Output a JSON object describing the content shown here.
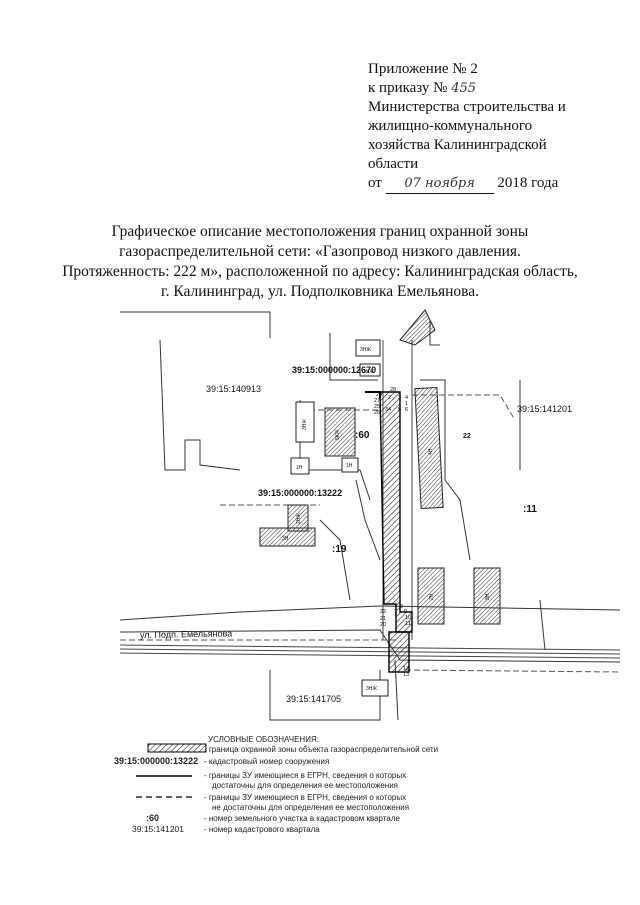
{
  "header": {
    "line1": "Приложение № 2",
    "line2_prefix": "к приказу №",
    "order_number": "455",
    "line3": "Министерства строительства и",
    "line4": "жилищно-коммунального",
    "line5": "хозяйства Калининградской",
    "line6": "области",
    "date_prefix": "от",
    "date_handwritten": "07 ноября",
    "date_suffix": "2018 года"
  },
  "title": {
    "line1": "Графическое описание местоположения границ охранной зоны",
    "line2": "газораспределительной сети: «Газопровод низкого давления.",
    "line3": "Протяженность: 222 м», расположенной по адресу: Калининградская область,",
    "line4": "г. Калининград, ул. Подполковника Емельянова."
  },
  "map": {
    "cadastral_labels": {
      "structure_12670": "39:15:000000:12670",
      "quarter_140913": "39:15:140913",
      "quarter_141201": "39:15:141201",
      "structure_13222": "39:15:000000:13222",
      "quarter_141705": "39:15:141705",
      "parcel_60": ":60",
      "parcel_19": ":19",
      "parcel_11": ":11"
    },
    "street_label": "ул. Подп. Емельянова",
    "building_marks": {
      "b1": "3НЖ",
      "b2": "1НЖ",
      "b3": "5КЖ",
      "b4": "3НЖ",
      "b5": "1Н",
      "b6": "1Н",
      "b7": "2НЖ",
      "b8": "3Н",
      "b9": "4Н",
      "b10": "2Н",
      "b11": "3Н",
      "b12": "3НЖ",
      "b13": "22"
    },
    "point_numbers": {
      "p1": "1",
      "p2": "2",
      "p3": "3",
      "p4": "4",
      "p5": "5",
      "p6": "6",
      "p7": "7",
      "p8": "8",
      "p9": "9",
      "p10": "10",
      "p11": "11",
      "p12": "12",
      "p13": "13",
      "p20": "20",
      "p21": "21",
      "p22": "22",
      "p25": "25",
      "p26": "26",
      "p27": "27",
      "p28": "28",
      "p29": "29",
      "p34": "34"
    }
  },
  "legend": {
    "title": "УСЛОВНЫЕ ОБОЗНАЧЕНИЯ:",
    "items": [
      {
        "symbol": "",
        "text1": "- граница охранной зоны объекта газораспределительной сети",
        "text2": ""
      },
      {
        "symbol": "39:15:000000:13222",
        "text1": "- кадастровый номер сооружения",
        "text2": ""
      },
      {
        "symbol": "",
        "text1": "- границы ЗУ имеющиеся в ЕГРН, сведения о которых",
        "text2": "достаточны для определения ее местоположения"
      },
      {
        "symbol": "",
        "text1": "- границы ЗУ имеющиеся в ЕГРН, сведения о которых",
        "text2": "не достаточны для определения ее местоположения"
      },
      {
        "symbol": ":60",
        "text1": "- номер земельного участка в кадастровом квартале",
        "text2": ""
      },
      {
        "symbol": "39:15:141201",
        "text1": "- номер кадастрового квартала",
        "text2": ""
      }
    ]
  }
}
